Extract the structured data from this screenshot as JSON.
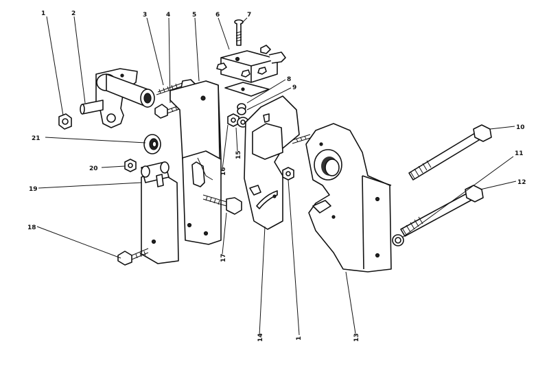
{
  "callouts": {
    "c1a": "1",
    "c2": "2",
    "c3": "3",
    "c4": "4",
    "c5": "5",
    "c6": "6",
    "c7": "7",
    "c8": "8",
    "c9": "9",
    "c10": "10",
    "c11": "11",
    "c12": "12",
    "c13": "13",
    "c14": "14",
    "c1b": "1",
    "c15": "15",
    "c16": "16",
    "c17": "17",
    "c18": "18",
    "c19": "19",
    "c20": "20",
    "c21": "21"
  }
}
